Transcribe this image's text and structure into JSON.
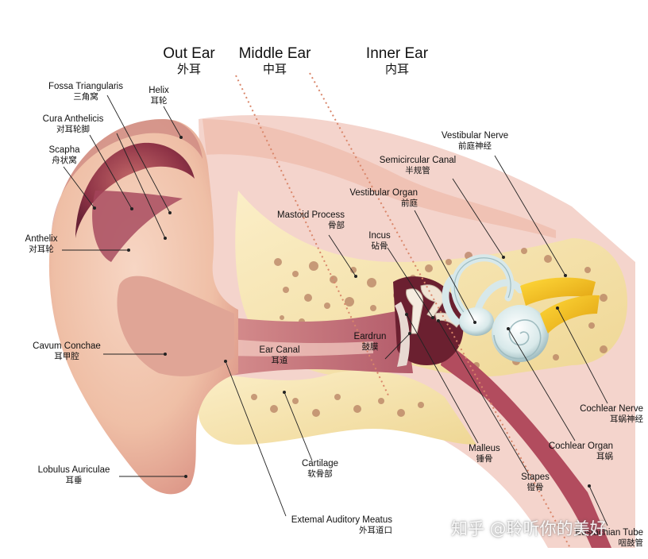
{
  "sections": [
    {
      "en": "Out Ear",
      "zh": "外耳"
    },
    {
      "en": "Middle Ear",
      "zh": "中耳"
    },
    {
      "en": "Inner Ear",
      "zh": "内耳"
    }
  ],
  "labels": {
    "fossa_triangularis": {
      "en": "Fossa Triangularis",
      "zh": "三角窝"
    },
    "helix": {
      "en": "Helix",
      "zh": "耳轮"
    },
    "cura_anthelicis": {
      "en": "Cura Anthelicis",
      "zh": "对耳轮脚"
    },
    "scapha": {
      "en": "Scapha",
      "zh": "舟状窝"
    },
    "anthelix": {
      "en": "Anthelix",
      "zh": "对耳轮"
    },
    "cavum_conchae": {
      "en": "Cavum Conchae",
      "zh": "耳甲腔"
    },
    "lobulus_auriculae": {
      "en": "Lobulus Auriculae",
      "zh": "耳垂"
    },
    "ear_canal": {
      "en": "Ear Canal",
      "zh": "耳道"
    },
    "cartilage": {
      "en": "Cartilage",
      "zh": "软骨部"
    },
    "external_auditory_meatus": {
      "en": "Extemal Auditory Meatus",
      "zh": "外耳道口"
    },
    "mastoid_process": {
      "en": "Mastoid Process",
      "zh": "骨部"
    },
    "incus": {
      "en": "Incus",
      "zh": "砧骨"
    },
    "eardrum": {
      "en": "Eardrun",
      "zh": "鼓膜"
    },
    "vestibular_organ": {
      "en": "Vestibular Organ",
      "zh": "前庭"
    },
    "semicircular_canal": {
      "en": "Semicircular Canal",
      "zh": "半规管"
    },
    "vestibular_nerve": {
      "en": "Vestibular Nerve",
      "zh": "前庭神经"
    },
    "cochlear_nerve": {
      "en": "Cochlear Nerve",
      "zh": "耳蜗神经"
    },
    "cochlear_organ": {
      "en": "Cochlear Organ",
      "zh": "耳蜗"
    },
    "malleus": {
      "en": "Malleus",
      "zh": "锤骨"
    },
    "stapes": {
      "en": "Stapes",
      "zh": "镫骨"
    },
    "eustachian_tube": {
      "en": "Eustachian Tube",
      "zh": "咽鼓管"
    }
  },
  "watermark": "知乎 @聆听你的美好",
  "colors": {
    "skin": "#f2c9b4",
    "skin_shadow": "#7a2a3a",
    "bone": "#f6e6b0",
    "bone_pore": "#b07a5a",
    "cochlea": "#dfeef0",
    "nerve": "#f5c21a",
    "divider": "#d9866a"
  }
}
